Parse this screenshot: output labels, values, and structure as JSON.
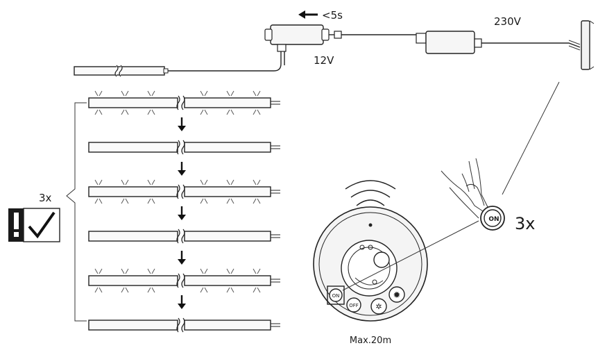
{
  "labels": {
    "press_time": "<5s",
    "controller_voltage": "12V",
    "mains_voltage": "230V",
    "repeat_count": "3x",
    "press_count": "3x",
    "on_button": "ON",
    "off_button": "OFF",
    "max_range": "Max.20m"
  },
  "sequence": {
    "states": [
      "on",
      "off",
      "on",
      "off",
      "on",
      "off"
    ]
  },
  "colors": {
    "line": "#222222",
    "strip_fill": "#fafafa",
    "remote_fill": "#f1f1f1"
  },
  "icons": [
    "left-arrow-icon",
    "down-arrow-icon",
    "warning-icon",
    "checkmark-icon",
    "wireless-signal-icon",
    "hand-icon"
  ]
}
